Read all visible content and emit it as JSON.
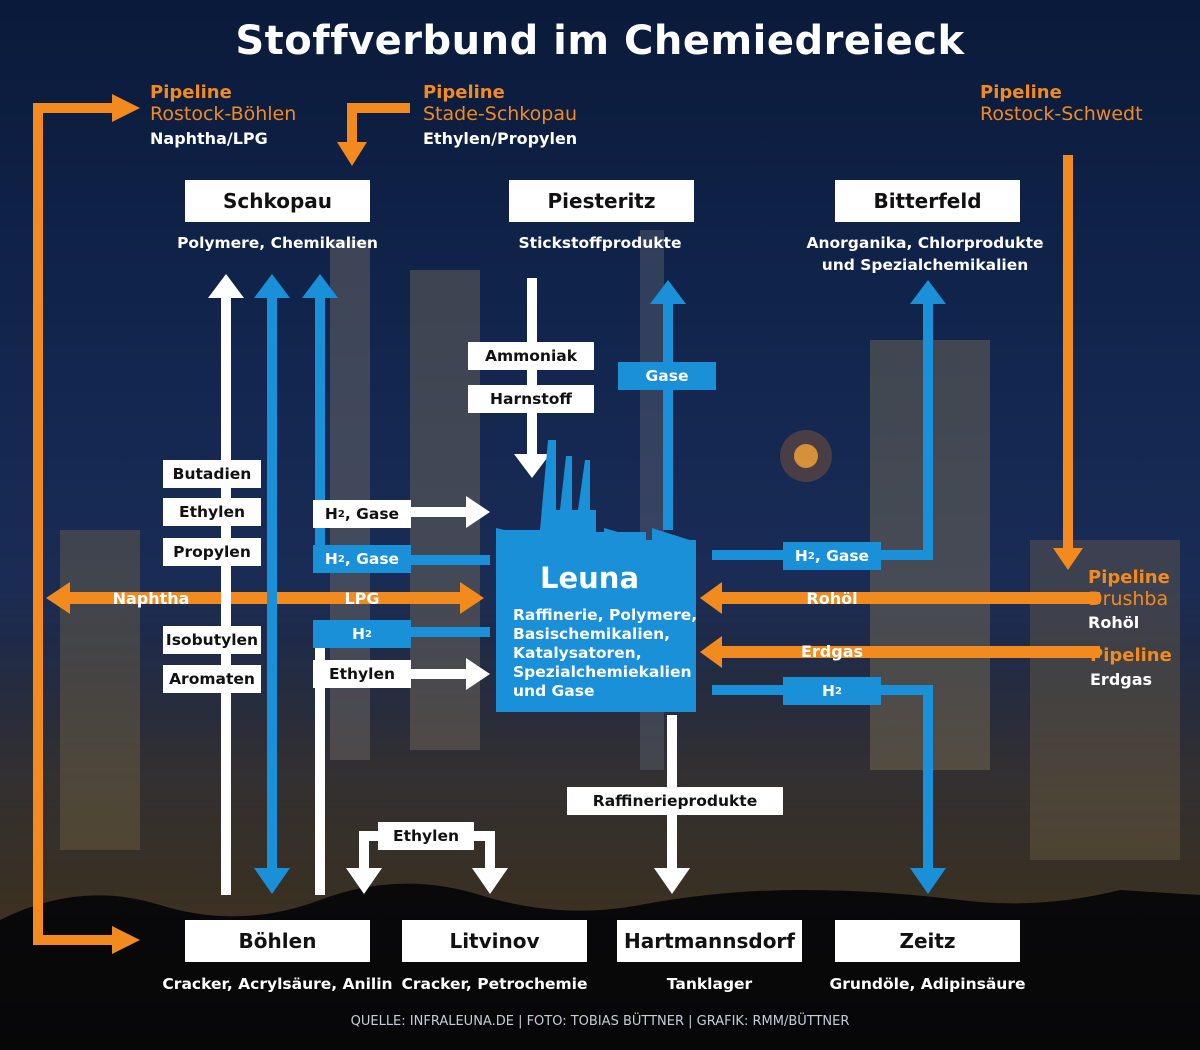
{
  "title": "Stoffverbund im Chemiedreieck",
  "pipelines": {
    "rostock_boehlen": {
      "heading": "Pipeline",
      "name": "Rostock-Böhlen",
      "product": "Naphtha/LPG"
    },
    "stade_schkopau": {
      "heading": "Pipeline",
      "name": "Stade-Schkopau",
      "product": "Ethylen/Propylen"
    },
    "rostock_schwedt": {
      "heading": "Pipeline",
      "name": "Rostock-Schwedt"
    },
    "drushba": {
      "heading": "Pipeline",
      "name": "Drushba",
      "product": "Rohöl"
    },
    "erdgas": {
      "heading": "Pipeline",
      "product": "Erdgas"
    }
  },
  "plants": {
    "schkopau": {
      "name": "Schkopau",
      "desc": "Polymere, Chemikalien"
    },
    "piesteritz": {
      "name": "Piesteritz",
      "desc": "Stickstoffprodukte"
    },
    "bitterfeld": {
      "name": "Bitterfeld",
      "desc1": "Anorganika, Chlorprodukte",
      "desc2": "und Spezialchemikalien"
    },
    "boehlen": {
      "name": "Böhlen",
      "desc": "Cracker, Acrylsäure, Anilin"
    },
    "litvinov": {
      "name": "Litvinov",
      "desc": "Cracker, Petrochemie"
    },
    "hartmannsdorf": {
      "name": "Hartmannsdorf",
      "desc": "Tanklager"
    },
    "zeitz": {
      "name": "Zeitz",
      "desc": "Grundöle, Adipinsäure"
    }
  },
  "leuna": {
    "name": "Leuna",
    "desc": "Raffinerie, Polymere, Basischemikalien, Katalysatoren, Spezialchemiekalien und Gase"
  },
  "flows": {
    "butadien": "Butadien",
    "ethylen_left": "Ethylen",
    "propylen": "Propylen",
    "isobutylen": "Isobutylen",
    "aromaten": "Aromaten",
    "h2_gase_1_sym": "H",
    "h2_gase_1_sub": "2",
    "h2_gase_1_rest": " , Gase",
    "h2_gase_2_sym": "H",
    "h2_gase_2_sub": "2",
    "h2_gase_2_rest": " , Gase",
    "h2_left_sym": "H",
    "h2_left_sub": "2",
    "naphtha": "Naphtha",
    "lpg": "LPG",
    "ethylen_to_leuna": "Ethylen",
    "ammoniak": "Ammoniak",
    "harnstoff": "Harnstoff",
    "gase": "Gase",
    "h2_gase_right_sym": "H",
    "h2_gase_right_sub": "2",
    "h2_gase_right_rest": " , Gase",
    "rohoel": "Rohöl",
    "erdgas": "Erdgas",
    "h2_right_sym": "H",
    "h2_right_sub": "2",
    "raffinerieprodukte": "Raffinerieprodukte",
    "ethylen_litvinov": "Ethylen"
  },
  "credit": "QUELLE: INFRALEUNA.DE  | FOTO: TOBIAS BÜTTNER | GRAFIK: RMM/BÜTTNER",
  "colors": {
    "orange": "#f28a1e",
    "blue": "#1a90d8",
    "white": "#ffffff"
  }
}
